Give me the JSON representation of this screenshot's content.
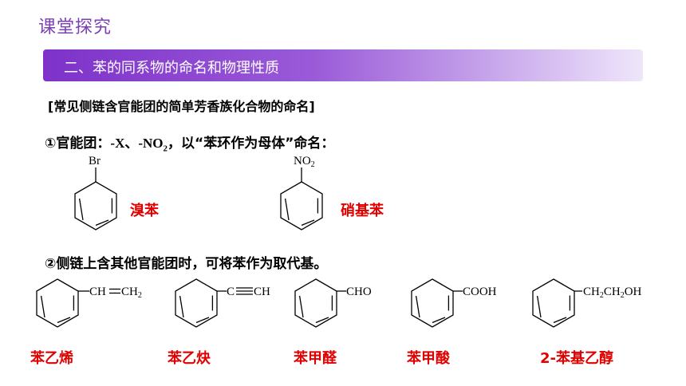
{
  "slide": {
    "title": "课堂探究",
    "banner": "二、苯的同系物的命名和物理性质",
    "heading": "[常见侧链含官能团的简单芳香族化合物的命名]",
    "rule1": {
      "prefix": "①官能团：",
      "groups": "-X、-NO",
      "sub": "2",
      "suffix": "，以“苯环作为母体”命名："
    },
    "rule2": "②侧链上含其他官能团时，可将苯作为取代基。"
  },
  "compounds": [
    {
      "substituent": "Br",
      "name": "溴苯"
    },
    {
      "substituent_main": "NO",
      "substituent_sub": "2",
      "name": "硝基苯"
    },
    {
      "substituent_a": "CH",
      "substituent_b": "CH",
      "substituent_b_sub": "2",
      "name": "苯乙烯"
    },
    {
      "substituent_a": "C",
      "substituent_b": "CH",
      "name": "苯乙炔"
    },
    {
      "substituent": "CHO",
      "name": "苯甲醛"
    },
    {
      "substituent": "COOH",
      "name": "苯甲酸"
    },
    {
      "substituent_a": "CH",
      "sub1": "2",
      "substituent_b": "CH",
      "sub2": "2",
      "substituent_c": "OH",
      "name": "2-苯基乙醇"
    }
  ],
  "colors": {
    "title": "#7b3fb6",
    "banner": "#7d32c9",
    "name": "#e00000"
  }
}
